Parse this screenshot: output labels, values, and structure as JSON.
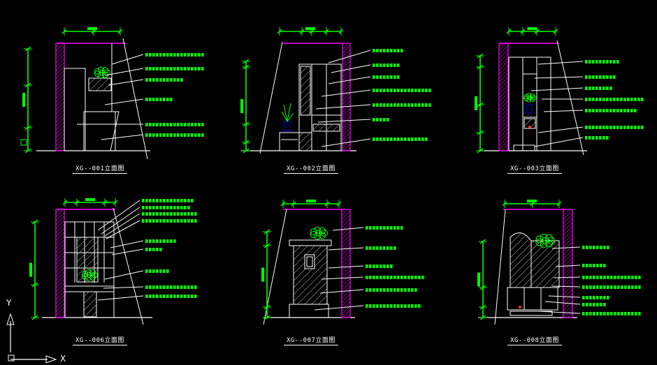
{
  "captions": [
    "XG--001立面图",
    "XG--002立面图",
    "XG--003立面图",
    "XG--006立面图",
    "XG--007立面图",
    "XG--008立面图"
  ],
  "axes": {
    "x_label": "X",
    "y_label": "Y"
  },
  "colors": {
    "background": "#000000",
    "wall": "#ff00ff",
    "dimension": "#00ff00",
    "leader": "#ffffff",
    "outline": "#ffffff",
    "hatch": "#9a9a9a",
    "plant": "#00ff00",
    "vase": "#0000ff"
  }
}
